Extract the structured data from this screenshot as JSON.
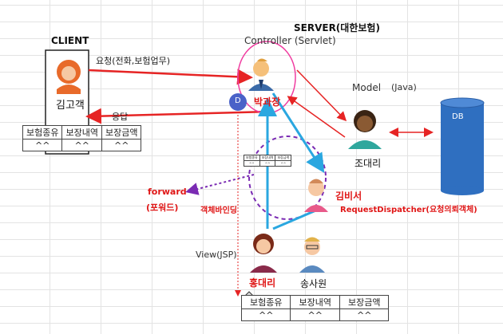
{
  "client": {
    "title": "CLIENT",
    "name": "김고객",
    "request_label": "요청(전화,보험업무)",
    "response_label": "응답",
    "table": {
      "headers": [
        "보험종유",
        "보장내역",
        "보장금액"
      ],
      "row": [
        "^^",
        "^^",
        "^^"
      ]
    }
  },
  "server": {
    "title": "SERVER(대한보험)",
    "controller_label": "Controller (Servlet)",
    "controller_person": "박과장",
    "d_badge": "D",
    "model_label": "Model",
    "model_java": "(Java)",
    "model_person": "조대리",
    "db_label": "DB",
    "kim_person": "김비서",
    "dispatcher_label": "RequestDispatcher(요청의뢰객체)",
    "forward_label": "forward",
    "forward_korean": "(포워드)",
    "binding_label": "객체바인딩",
    "view_label": "View(JSP)",
    "view_person_1": "홍대리",
    "view_person_2": "송사원",
    "mini_table": {
      "headers": [
        "보험종유",
        "보장내역",
        "보장금액"
      ],
      "row": [
        "^^",
        "^^",
        "^^"
      ]
    },
    "bottom_table": {
      "headers": [
        "보험종유",
        "보장내역",
        "보장금액"
      ],
      "row": [
        "^^",
        "^^",
        "^^"
      ]
    }
  },
  "colors": {
    "red_arrow": "#e62424",
    "blue_arrow": "#2aa7e0",
    "purple": "#7a2bb3",
    "db_blue": "#2f6fc0",
    "pink_circle": "#f03ca0"
  }
}
